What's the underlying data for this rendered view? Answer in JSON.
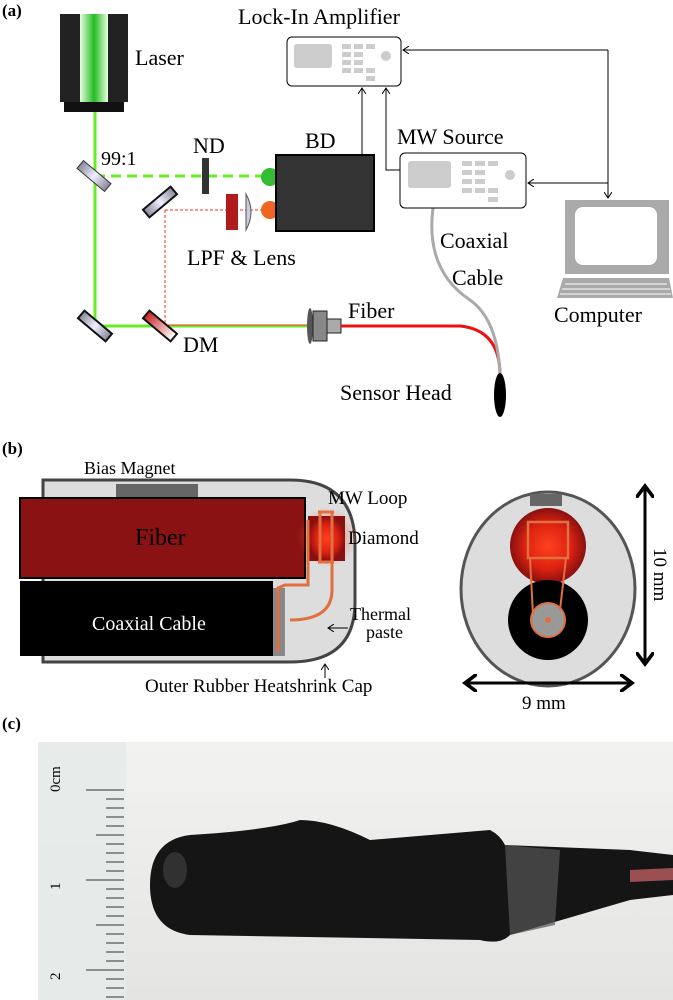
{
  "panel_a": {
    "label": "(a)",
    "laser": "Laser",
    "splitter": "99:1",
    "nd": "ND",
    "bd": "BD",
    "lpf_lens": "LPF & Lens",
    "dm": "DM",
    "fiber": "Fiber",
    "sensor_head": "Sensor Head",
    "lock_in": "Lock-In Amplifier",
    "mw_source": "MW Source",
    "coax_line1": "Coaxial",
    "coax_line2": "Cable",
    "computer": "Computer"
  },
  "panel_b": {
    "label": "(b)",
    "bias_magnet": "Bias Magnet",
    "mw_loop": "MW Loop",
    "fiber": "Fiber",
    "diamond": "Diamond",
    "coax": "Coaxial Cable",
    "thermal_line1": "Thermal",
    "thermal_line2": "paste",
    "cap": "Outer Rubber Heatshrink Cap",
    "height": "10 mm",
    "width": "9 mm"
  },
  "panel_c": {
    "label": "(c)",
    "ruler_unit": "0cm",
    "ruler_1": "1",
    "ruler_2": "2"
  },
  "colors": {
    "laser_green": "#66ee22",
    "fiber_red": "#8b1212",
    "signal_red": "#ff3322",
    "loop_orange": "#e07040"
  }
}
